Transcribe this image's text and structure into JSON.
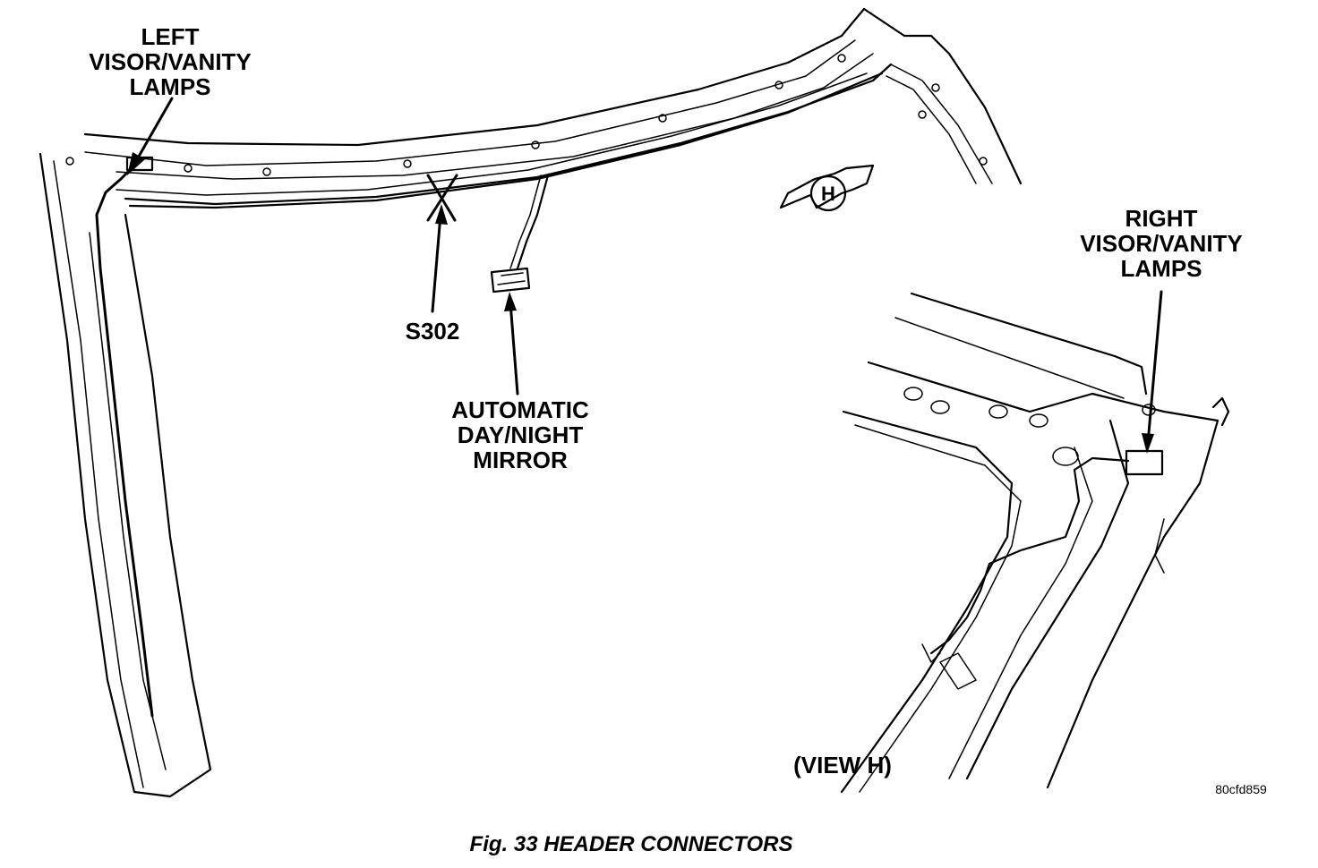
{
  "labels": {
    "left_lamps": [
      "LEFT",
      "VISOR/VANITY",
      "LAMPS"
    ],
    "right_lamps": [
      "RIGHT",
      "VISOR/VANITY",
      "LAMPS"
    ],
    "splice": "S302",
    "mirror": [
      "AUTOMATIC",
      "DAY/NIGHT",
      "MIRROR"
    ],
    "view_marker": "H",
    "view_caption": "(VIEW H)",
    "figure_code": "80cfd859",
    "caption": "Fig. 33 HEADER CONNECTORS"
  },
  "colors": {
    "ink": "#000000",
    "paper": "#ffffff"
  }
}
